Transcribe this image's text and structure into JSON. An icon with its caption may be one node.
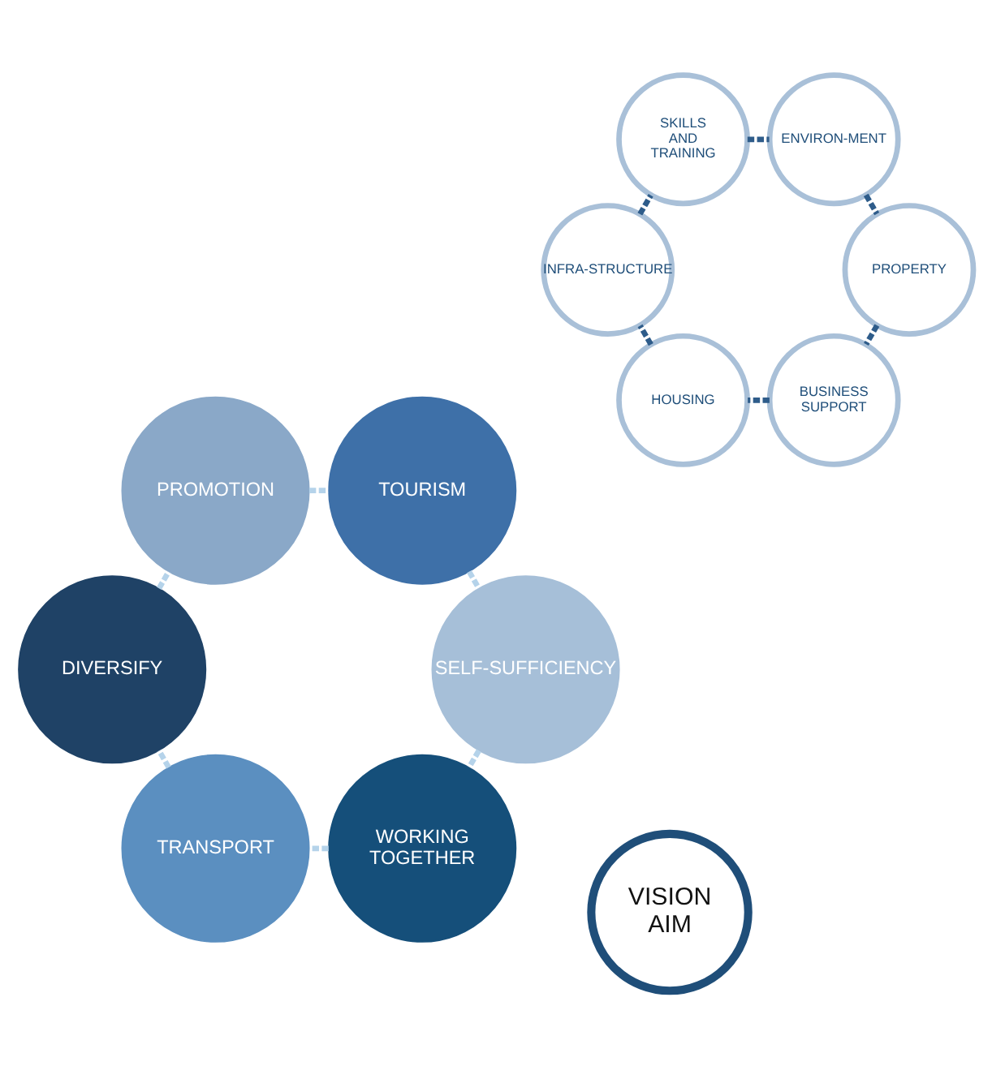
{
  "diagram": {
    "nodes": [
      {
        "text": [
          "VISION",
          "AIM"
        ]
      },
      {
        "text": [
          "WORKING TOGETHER"
        ]
      },
      {
        "text": [
          "TRANSPORT"
        ]
      },
      {
        "text": [
          "DIVERSIFY"
        ]
      },
      {
        "text": [
          "PROMOTION"
        ]
      },
      {
        "text": [
          "TOURISM"
        ]
      },
      {
        "text": [
          "SELF-SUFFICIENCY"
        ]
      },
      {
        "text": [
          "BUSINESS SUPPORT"
        ]
      },
      {
        "text": [
          "HOUSING"
        ]
      },
      {
        "text": [
          "INFRA-STRUCTURE"
        ]
      },
      {
        "text": [
          "SKILLS AND TRAINING"
        ]
      },
      {
        "text": [
          "ENVIRON-MENT"
        ]
      },
      {
        "text": [
          "PROPERTY"
        ]
      }
    ],
    "edges": [
      {
        "from": 1,
        "to": 2,
        "arrow": "none",
        "style": "dashed",
        "color": "#b5d3ea"
      },
      {
        "from": 2,
        "to": 3,
        "arrow": "none",
        "style": "dashed",
        "color": "#b5d3ea"
      },
      {
        "from": 3,
        "to": 4,
        "arrow": "none",
        "style": "dashed",
        "color": "#b5d3ea"
      },
      {
        "from": 4,
        "to": 5,
        "arrow": "none",
        "style": "dashed",
        "color": "#b5d3ea"
      },
      {
        "from": 5,
        "to": 6,
        "arrow": "none",
        "style": "dashed",
        "color": "#b5d3ea"
      },
      {
        "from": 6,
        "to": 1,
        "arrow": "none",
        "style": "dashed",
        "color": "#b5d3ea"
      },
      {
        "from": 7,
        "to": 8,
        "arrow": "none",
        "style": "dashed",
        "color": "#2e5c8a"
      },
      {
        "from": 8,
        "to": 9,
        "arrow": "none",
        "style": "dashed",
        "color": "#2e5c8a"
      },
      {
        "from": 9,
        "to": 10,
        "arrow": "none",
        "style": "dashed",
        "color": "#2e5c8a"
      },
      {
        "from": 10,
        "to": 11,
        "arrow": "none",
        "style": "dashed",
        "color": "#2e5c8a"
      },
      {
        "from": 11,
        "to": 12,
        "arrow": "none",
        "style": "dashed",
        "color": "#2e5c8a"
      },
      {
        "from": 12,
        "to": 7,
        "arrow": "none",
        "style": "dashed",
        "color": "#2e5c8a"
      }
    ]
  }
}
